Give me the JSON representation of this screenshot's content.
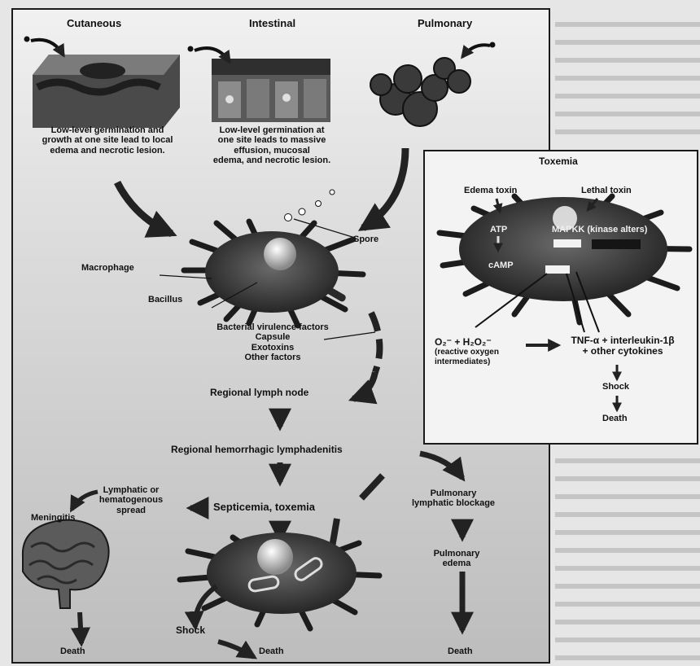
{
  "main": {
    "routes": [
      {
        "title": "Cutaneous",
        "caption": [
          "Low-level germination and",
          "growth at one site lead to local",
          "edema and necrotic lesion."
        ]
      },
      {
        "title": "Intestinal",
        "caption": [
          "Low-level germination at",
          "one site leads to massive",
          "effusion, mucosal",
          "edema, and necrotic lesion."
        ]
      },
      {
        "title": "Pulmonary",
        "caption": []
      }
    ],
    "labels": {
      "spore": "Spore",
      "macrophage": "Macrophage",
      "bacillus": "Bacillus",
      "virulence": [
        "Bacterial virulence factors",
        "Capsule",
        "Exotoxins",
        "Other factors"
      ],
      "lymph_node": "Regional lymph node",
      "lymphadenitis": "Regional hemorrhagic lymphadenitis",
      "spread": [
        "Lymphatic or",
        "hematogenous",
        "spread"
      ],
      "meningitis": "Meningitis",
      "septicemia": "Septicemia, toxemia",
      "pulm_blockage": [
        "Pulmonary",
        "lymphatic blockage"
      ],
      "pulm_edema": [
        "Pulmonary",
        "edema"
      ],
      "shock": "Shock",
      "death_brain": "Death",
      "death_center": "Death",
      "death_right": "Death"
    }
  },
  "toxemia": {
    "title": "Toxemia",
    "edema_toxin": "Edema toxin",
    "lethal_toxin": "Lethal toxin",
    "atp": "ATP",
    "camp": "cAMP",
    "mapkk": "MAPKK (kinase alters)",
    "ros": [
      "O₂⁻ + H₂O₂⁻",
      "(reactive oxygen",
      "intermediates)"
    ],
    "cytokines": [
      "TNF-α + interleukin-1β",
      "+ other cytokines"
    ],
    "shock": "Shock",
    "death": "Death"
  }
}
